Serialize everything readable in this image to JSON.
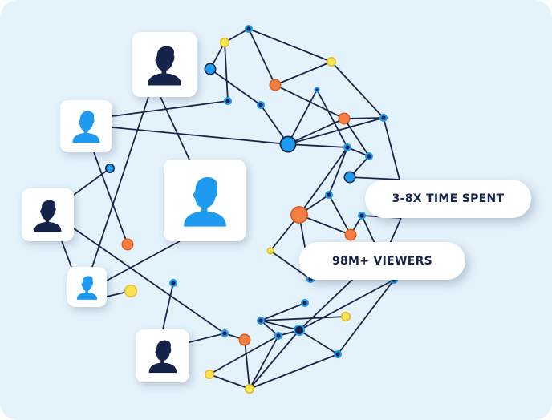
{
  "colors": {
    "background": "#e4f2fc",
    "line": "#1a2548",
    "dark_user": "#15224a",
    "blue_user": "#1e9bf0",
    "node_blue": "#1e9bf0",
    "node_orange": "#f47f45",
    "node_yellow": "#fbe454",
    "node_dark": "#15224a"
  },
  "users": [
    {
      "id": "u1",
      "style": "dark",
      "icon": "user-icon"
    },
    {
      "id": "u2",
      "style": "blue",
      "icon": "user-icon"
    },
    {
      "id": "u3",
      "style": "dark",
      "icon": "user-icon"
    },
    {
      "id": "u4",
      "style": "blue",
      "icon": "user-icon"
    },
    {
      "id": "u5",
      "style": "blue",
      "icon": "user-icon"
    },
    {
      "id": "u6",
      "style": "dark",
      "icon": "user-icon"
    }
  ],
  "stats": [
    {
      "label": "3-8X TIME SPENT"
    },
    {
      "label": "98M+ VIEWERS"
    }
  ]
}
